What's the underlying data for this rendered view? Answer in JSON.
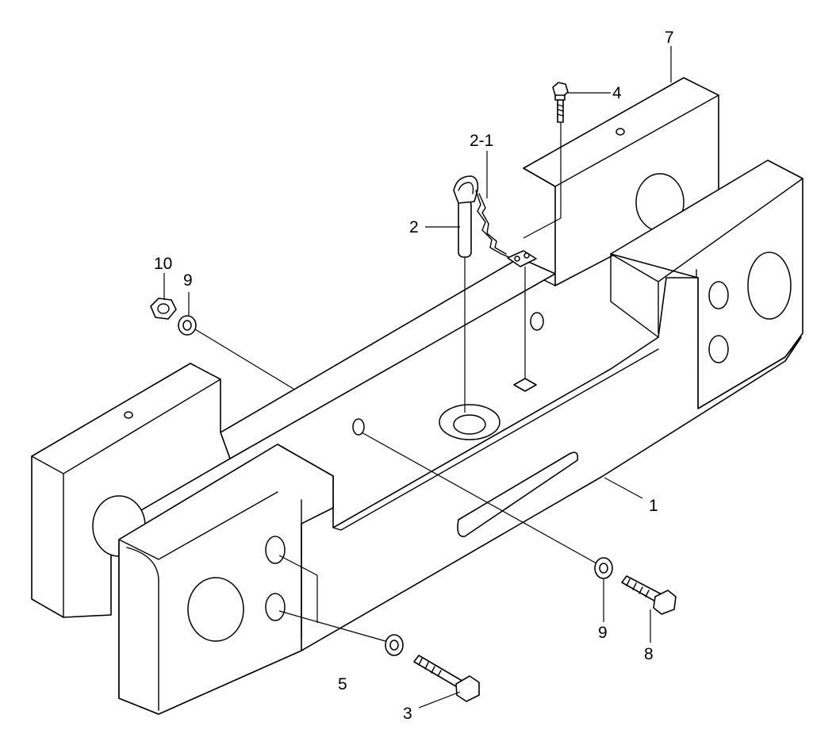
{
  "diagram": {
    "callouts": {
      "c1": "1",
      "c2": "2",
      "c2_1": "2-1",
      "c3": "3",
      "c4": "4",
      "c5": "5",
      "c7": "7",
      "c8": "8",
      "c9_top": "9",
      "c9_bottom": "9",
      "c10": "10"
    },
    "colors": {
      "line": "#000000",
      "background": "#ffffff"
    }
  }
}
